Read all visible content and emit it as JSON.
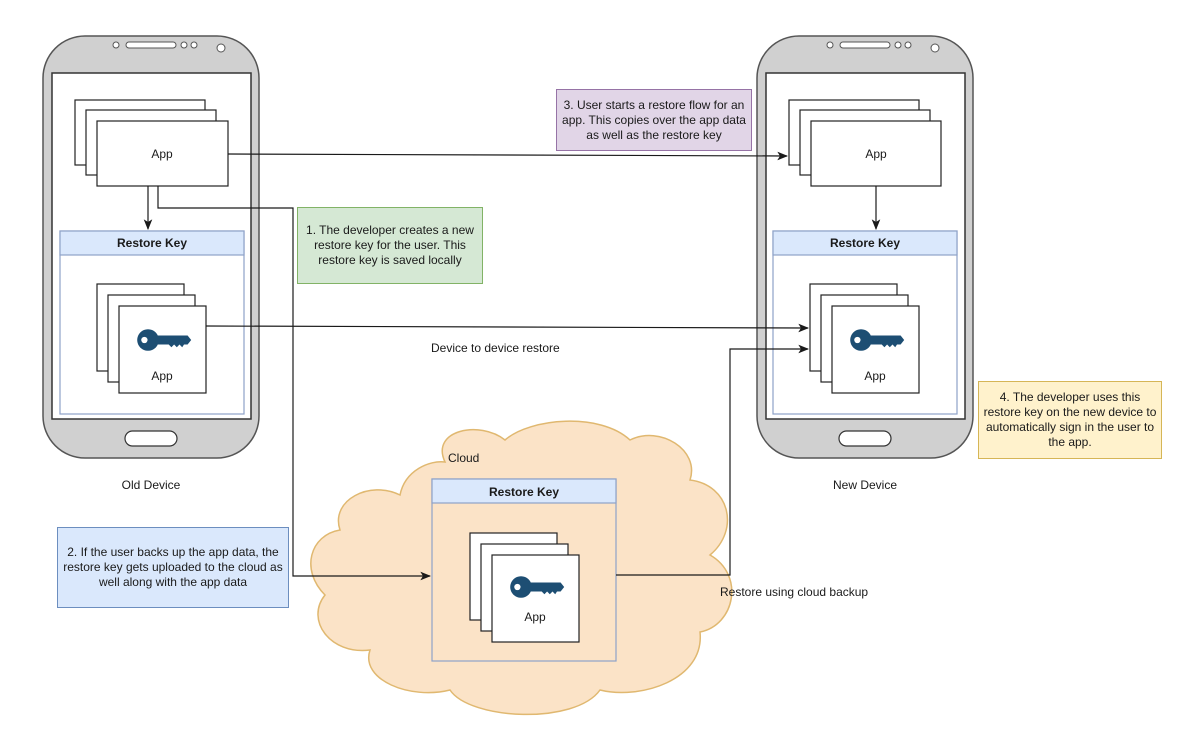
{
  "devices": {
    "old": {
      "label": "Old Device",
      "app_label": "App",
      "restore_key_header": "Restore Key",
      "key_app_label": "App"
    },
    "new": {
      "label": "New Device",
      "app_label": "App",
      "restore_key_header": "Restore Key",
      "key_app_label": "App"
    }
  },
  "cloud": {
    "label": "Cloud",
    "restore_key_header": "Restore Key",
    "key_app_label": "App"
  },
  "edges": {
    "device_to_device": "Device to device restore",
    "cloud_restore": "Restore using cloud backup"
  },
  "notes": [
    {
      "step": 1,
      "text": "1. The developer creates a new restore key for the user. This restore key is saved locally",
      "color": "#d5e8d4",
      "border": "#82b366"
    },
    {
      "step": 2,
      "text": "2. If the user backs up the app data, the restore key gets uploaded to the cloud as well along with the app data",
      "color": "#dae8fc",
      "border": "#6c8ebf"
    },
    {
      "step": 3,
      "text": "3. User starts a restore flow for an app. This copies over the app data as well as the restore key",
      "color": "#e1d5e7",
      "border": "#9673a6"
    },
    {
      "step": 4,
      "text": "4. The developer uses this restore key on the new device to automatically sign in the user to the app.",
      "color": "#fff2cc",
      "border": "#d6b656"
    }
  ],
  "colors": {
    "phone_body": "#d0d0d0",
    "restore_key_header": "#dae8fc",
    "restore_key_border": "#8ea2c8",
    "cloud_fill": "#fbe3c7",
    "cloud_stroke": "#e0b870",
    "key_icon": "#1d4e73"
  }
}
